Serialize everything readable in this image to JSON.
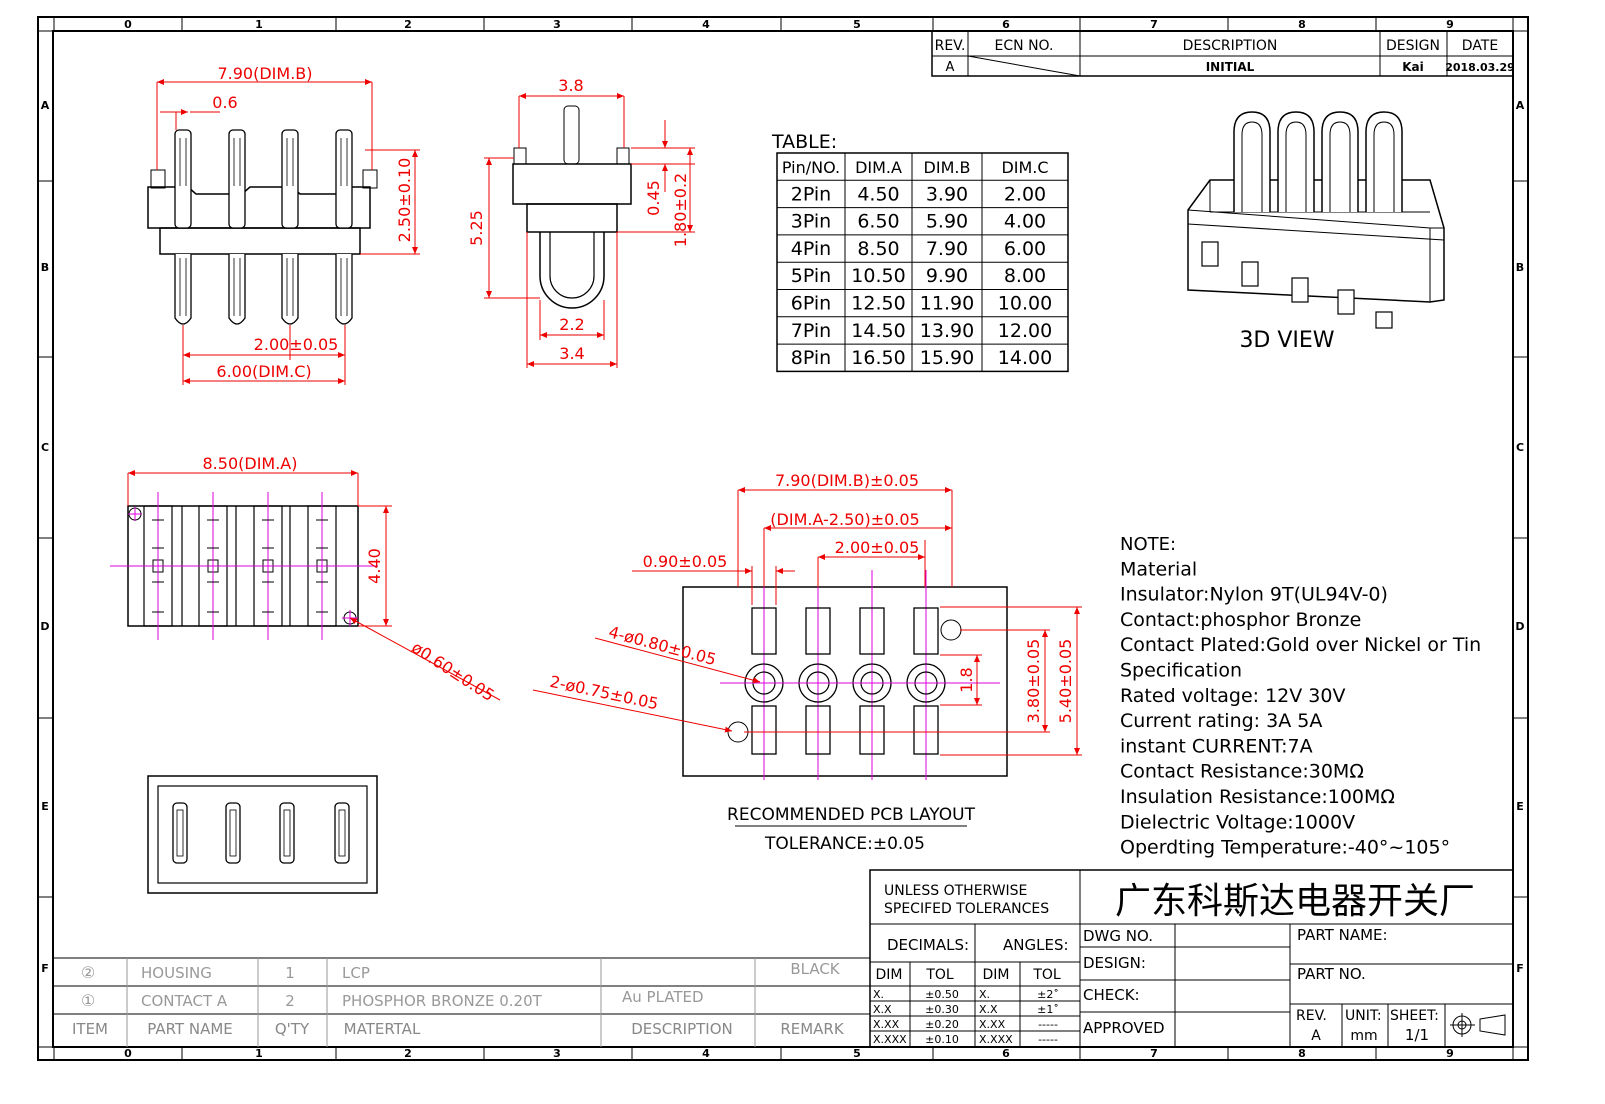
{
  "border": {
    "cols": [
      "0",
      "1",
      "2",
      "3",
      "4",
      "5",
      "6",
      "7",
      "8",
      "9"
    ],
    "rows": [
      "A",
      "B",
      "C",
      "D",
      "E",
      "F"
    ]
  },
  "revision": {
    "headers": {
      "rev": "REV.",
      "ecn": "ECN NO.",
      "desc": "DESCRIPTION",
      "design": "DESIGN",
      "date": "DATE"
    },
    "row": {
      "rev": "A",
      "desc": "INITIAL",
      "design": "Kai",
      "date": "2018.03.29"
    }
  },
  "views": {
    "front": {
      "dim_b": "7.90(DIM.B)",
      "pitch": "0.6",
      "height": "2.50±0.10",
      "pitch_tol": "2.00±0.05",
      "dim_c": "6.00(DIM.C)"
    },
    "side": {
      "top": "3.8",
      "total": "5.25",
      "d1": "0.45",
      "d2": "1.80±0.2",
      "inner": "2.2",
      "outer": "3.4"
    },
    "bottom": {
      "dim_a": "8.50(DIM.A)",
      "depth": "4.40",
      "post": "ø0.60±0.05"
    },
    "pcb": {
      "dim_b": "7.90(DIM.B)±0.05",
      "dim_a": "(DIM.A-2.50)±0.05",
      "pitch": "2.00±0.05",
      "slot": "0.90±0.05",
      "holes_a": "4-ø0.80±0.05",
      "holes_b": "2-ø0.75±0.05",
      "row_gap": "1.8",
      "h1": "3.80±0.05",
      "h2": "5.40±0.05",
      "caption": "RECOMMENDED PCB LAYOUT",
      "tolerance": "TOLERANCE:±0.05"
    },
    "three_d_label": "3D VIEW"
  },
  "table": {
    "title": "TABLE:",
    "headers": [
      "Pin/NO.",
      "DIM.A",
      "DIM.B",
      "DIM.C"
    ],
    "rows": [
      [
        "2Pin",
        "4.50",
        "3.90",
        "2.00"
      ],
      [
        "3Pin",
        "6.50",
        "5.90",
        "4.00"
      ],
      [
        "4Pin",
        "8.50",
        "7.90",
        "6.00"
      ],
      [
        "5Pin",
        "10.50",
        "9.90",
        "8.00"
      ],
      [
        "6Pin",
        "12.50",
        "11.90",
        "10.00"
      ],
      [
        "7Pin",
        "14.50",
        "13.90",
        "12.00"
      ],
      [
        "8Pin",
        "16.50",
        "15.90",
        "14.00"
      ]
    ]
  },
  "notes": [
    "NOTE:",
    "Material",
    "Insulator:Nylon 9T(UL94V-0)",
    "Contact:phosphor Bronze",
    "Contact Plated:Gold over Nickel or Tin",
    "Specification",
    "Rated voltage: 12V 30V",
    " Current rating: 3A  5A",
    "instant CURRENT:7A",
    "Contact Resistance:30MΩ",
    "Insulation Resistance:100MΩ",
    "Dielectric Voltage:1000V",
    "Operdting Temperature:-40°~105°"
  ],
  "bom": {
    "rows": [
      {
        "item": "②",
        "name": "HOUSING",
        "qty": "1",
        "material": "LCP",
        "desc": "",
        "remark": "BLACK"
      },
      {
        "item": "①",
        "name": "CONTACT A",
        "qty": "2",
        "material": "PHOSPHOR BRONZE 0.20T",
        "desc": "Au PLATED",
        "remark": ""
      }
    ],
    "header": {
      "item": "ITEM",
      "name": "PART NAME",
      "qty": "Q'TY",
      "material": "MATERTAL",
      "desc": "DESCRIPTION",
      "remark": "REMARK"
    }
  },
  "title_block": {
    "tol_title_1": "UNLESS OTHERWISE",
    "tol_title_2": "SPECIFED TOLERANCES",
    "company": "广东科斯达电器开关厂",
    "decimals": "DECIMALS:",
    "angles": "ANGLES:",
    "dim": "DIM",
    "tol": "TOL",
    "dec_rows": [
      [
        "X.",
        "±0.50"
      ],
      [
        "X.X",
        "±0.30"
      ],
      [
        "X.XX",
        "±0.20"
      ],
      [
        "X.XXX",
        "±0.10"
      ]
    ],
    "ang_rows": [
      [
        "X.",
        "±2˚"
      ],
      [
        "X.X",
        "±1˚"
      ],
      [
        "X.XX",
        "-----"
      ],
      [
        "X.XXX",
        "-----"
      ]
    ],
    "dwg_no": "DWG NO.",
    "design": "DESIGN:",
    "check": "CHECK:",
    "approved": "APPROVED",
    "part_name": "PART NAME:",
    "part_no": "PART NO.",
    "rev_label": "REV.",
    "rev": "A",
    "unit_label": "UNIT:",
    "unit": "mm",
    "sheet_label": "SHEET:",
    "sheet": "1/1"
  }
}
